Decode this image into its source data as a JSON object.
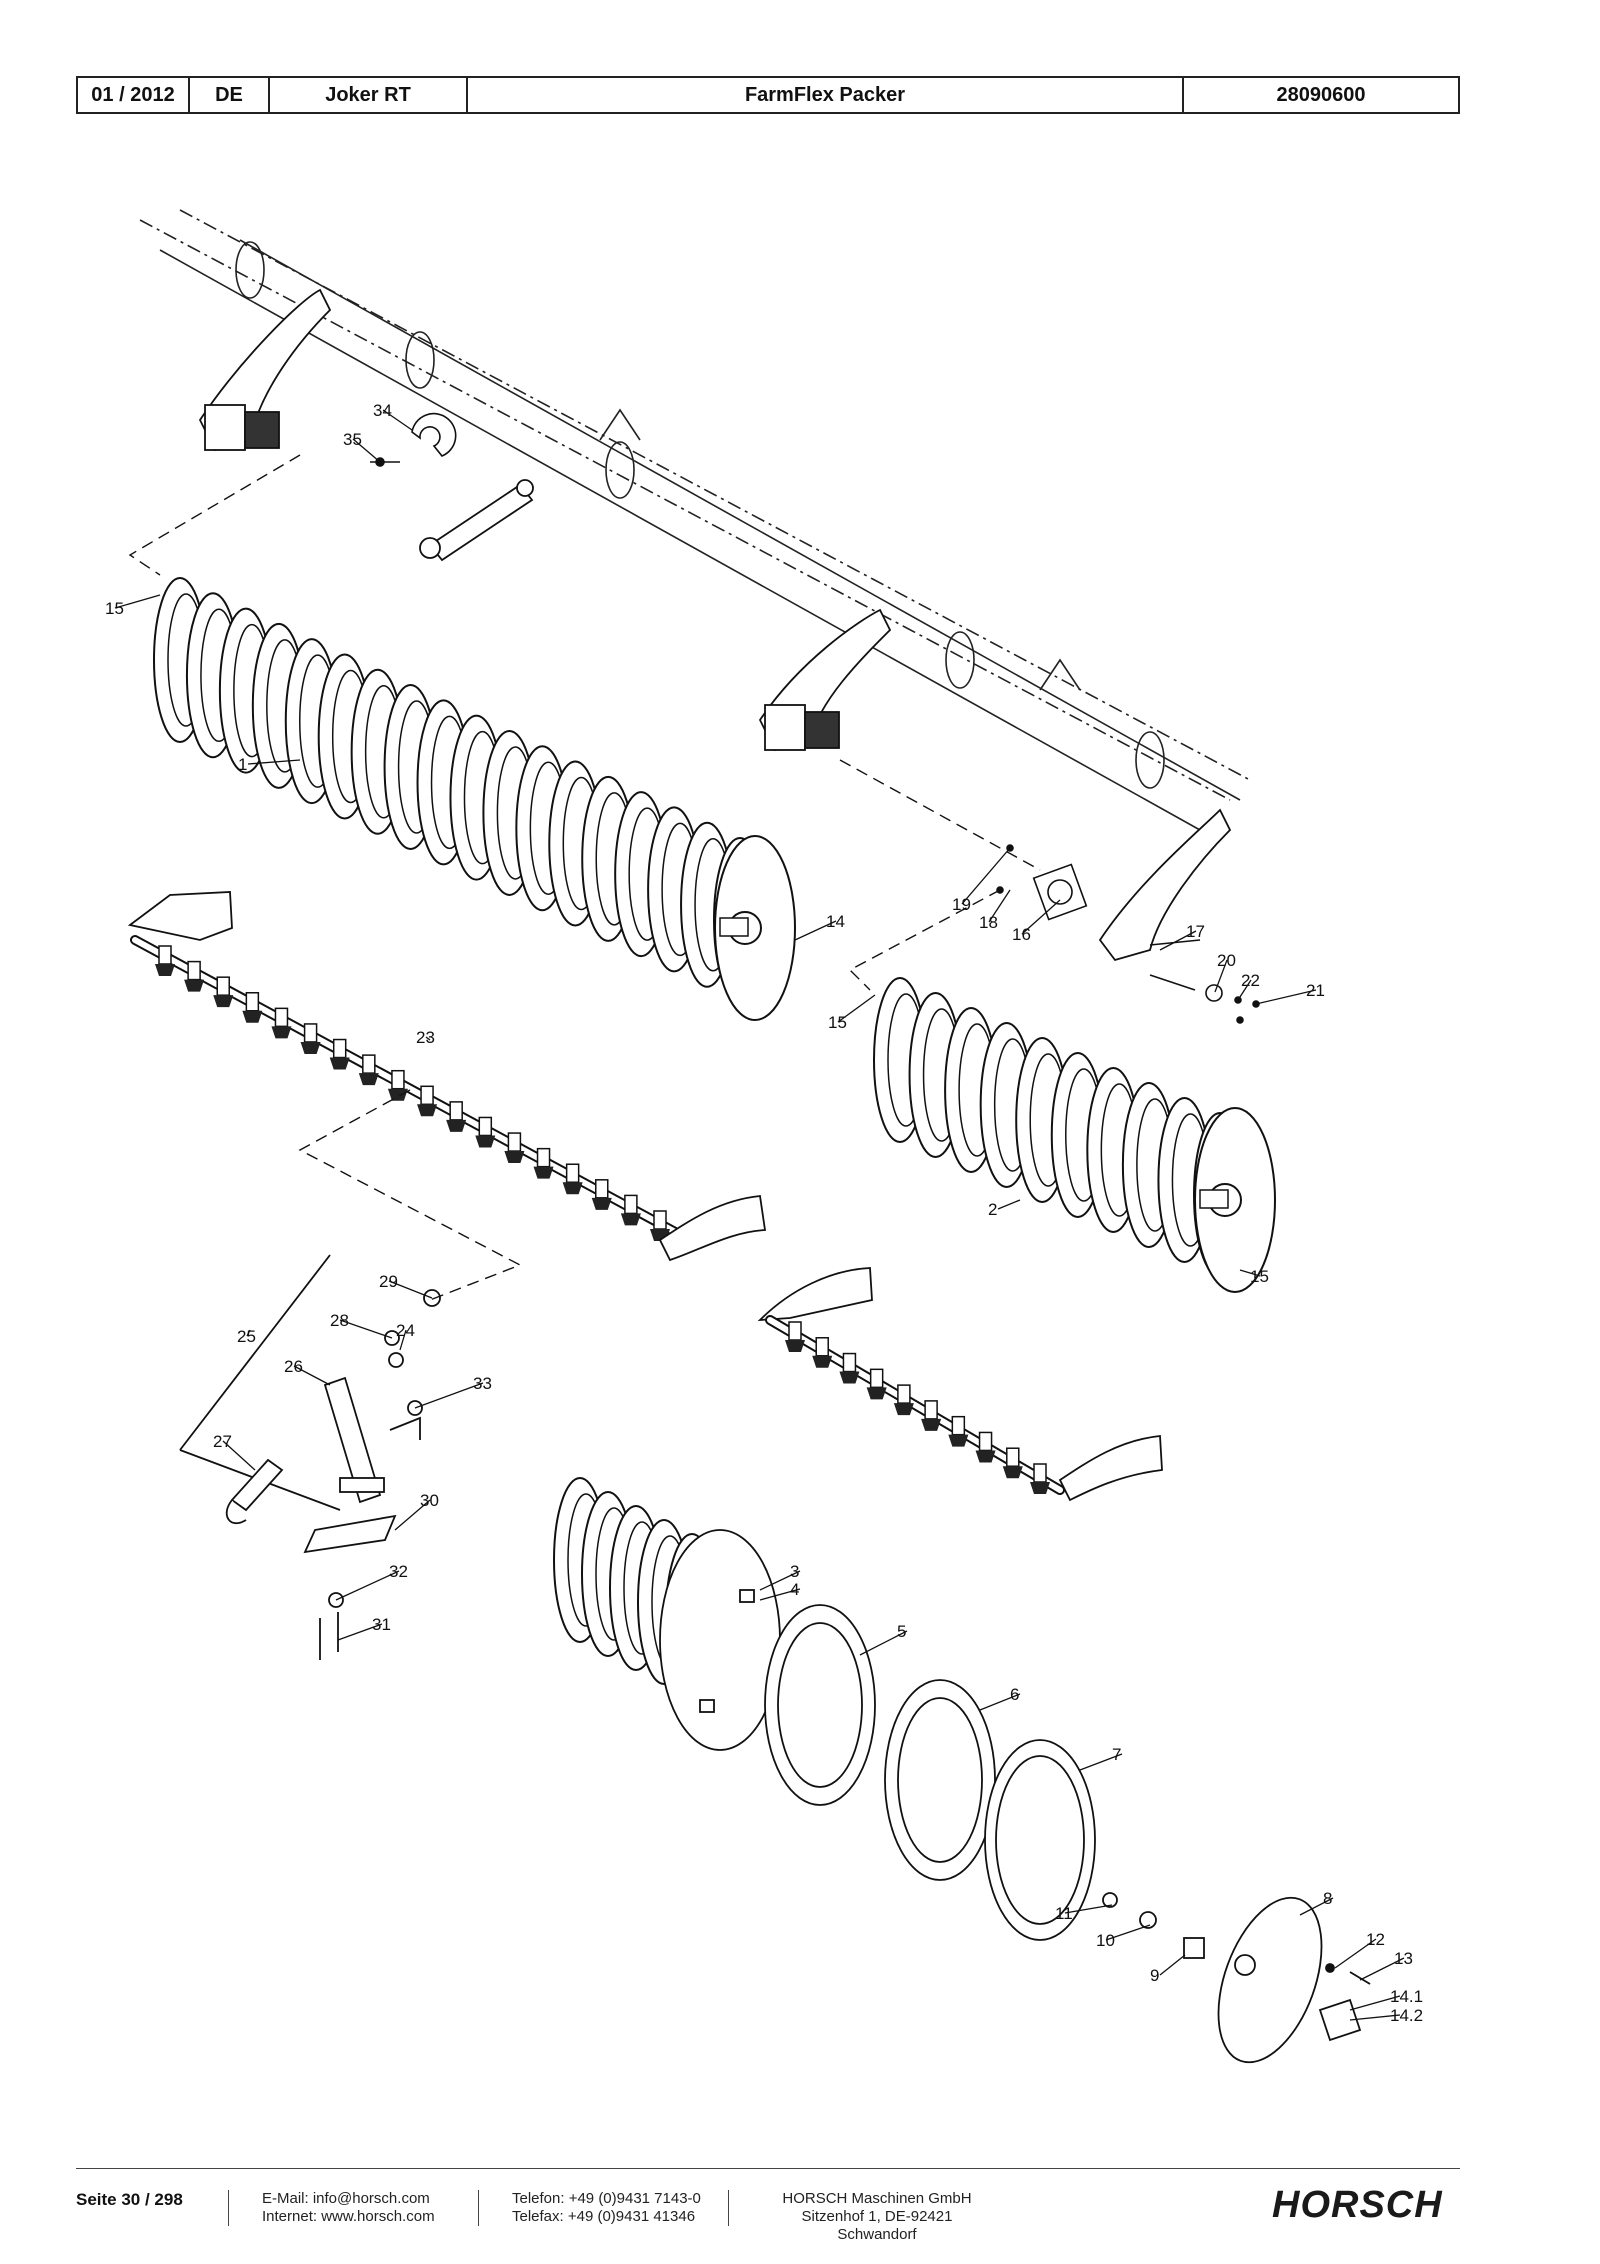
{
  "header": {
    "date": "01 / 2012",
    "language": "DE",
    "machine": "Joker RT",
    "assembly": "FarmFlex Packer",
    "part_number": "28090600"
  },
  "callouts": [
    "1",
    "2",
    "3",
    "4",
    "5",
    "6",
    "7",
    "8",
    "9",
    "10",
    "11",
    "12",
    "13",
    "14",
    "14.1",
    "14.2",
    "15",
    "15",
    "15",
    "16",
    "17",
    "18",
    "19",
    "20",
    "21",
    "22",
    "23",
    "24",
    "25",
    "26",
    "27",
    "28",
    "29",
    "30",
    "31",
    "32",
    "33",
    "34",
    "35"
  ],
  "footer": {
    "page": "Seite 30 / 298",
    "email": "E-Mail: info@horsch.com",
    "internet": "Internet: www.horsch.com",
    "phone": "Telefon: +49 (0)9431 7143-0",
    "fax": "Telefax: +49 (0)9431 41346",
    "company": "HORSCH Maschinen GmbH",
    "address": "Sitzenhof 1, DE-92421 Schwandorf",
    "logo": "HORSCH"
  }
}
